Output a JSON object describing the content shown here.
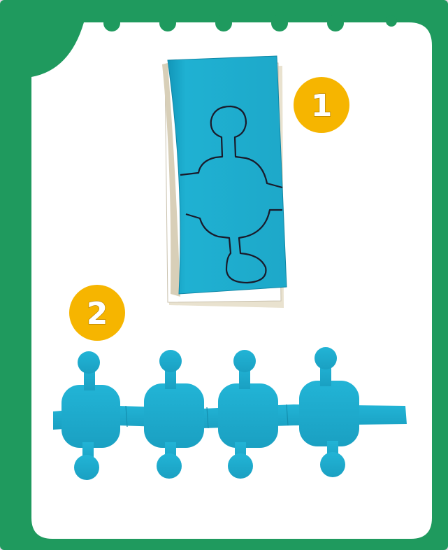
{
  "steps": [
    {
      "number": "1"
    },
    {
      "number": "2"
    }
  ],
  "colors": {
    "frame_green": "#1f9a5e",
    "card_white": "#ffffff",
    "paper_blue": "#1ea8c9",
    "badge_yellow": "#f6b500",
    "outline": "#1a1a2a"
  },
  "illustrations": [
    {
      "name": "folded-paper-with-drawn-outline",
      "step": "1"
    },
    {
      "name": "unfolded-paper-chain-of-four-figures",
      "step": "2"
    }
  ]
}
